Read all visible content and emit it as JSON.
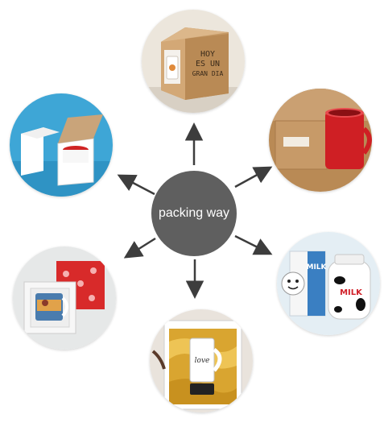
{
  "center": {
    "label": "packing way"
  },
  "photos": [
    {
      "position": "top",
      "subject": "kraft paper box with printed text holding a mug",
      "box_text": [
        "HOY",
        "ES UN",
        "GRAN DIA"
      ]
    },
    {
      "position": "upper-right",
      "subject": "brown kraft box beside a red mug"
    },
    {
      "position": "lower-right",
      "subject": "cow-print MILK mugs with a printed box",
      "mug_text": "MILK"
    },
    {
      "position": "bottom",
      "subject": "gift box with golden silk lining holding a white mug",
      "mug_text": "love"
    },
    {
      "position": "lower-left",
      "subject": "red gift box with a foam insert and a picture mug"
    },
    {
      "position": "upper-left",
      "subject": "plain white box with a mug inside"
    }
  ],
  "colors": {
    "hub": "#5f5f5f",
    "arrow": "#3d3d3d",
    "hub_text": "#ffffff"
  }
}
